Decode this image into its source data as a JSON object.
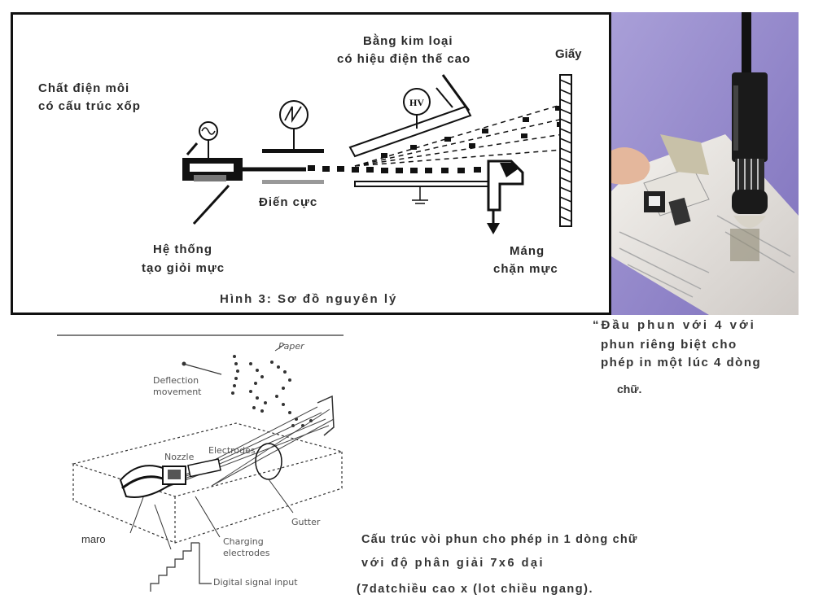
{
  "figure3": {
    "labels": {
      "dielectric_line1": "Chất điện môi",
      "dielectric_line2": "có cấu trúc xốp",
      "metal_plate_line1": "Bằng kim loại",
      "metal_plate_line2": "có hiệu điện thế cao",
      "paper": "Giấy",
      "electrode": "Điến cực",
      "generator_line1": "Hệ thống",
      "generator_line2": "tạo giỏi mực",
      "gutter_line1": "Máng",
      "gutter_line2": "chặn mực",
      "hv_symbol": "HV"
    },
    "caption": "Hình 3: Sơ đồ nguyên lý"
  },
  "photo_caption": {
    "line1": "“Đầu phun với 4 với",
    "line2": "phun riêng biệt cho",
    "line3": "phép in một lúc 4 dòng",
    "line4": "chữ."
  },
  "figure4": {
    "labels": {
      "paper": "Paper",
      "deflection_line1": "Deflection",
      "deflection_line2": "movement",
      "nozzle": "Nozzle",
      "electrodes": "Electrodes",
      "maro": "maro",
      "charging_line1": "Charging",
      "charging_line2": "electrodes",
      "gutter": "Gutter",
      "digital_signal": "Digital signal input"
    }
  },
  "bottom_caption": {
    "line1": "Cấu trúc vòi phun cho phép in 1 dòng chữ",
    "line2": "với độ phân giải 7x6 dại",
    "line3": "(7datchiều cao x (lot chiều ngang)."
  },
  "colors": {
    "frame": "#111111",
    "photo_background": "#9a8dcc"
  }
}
